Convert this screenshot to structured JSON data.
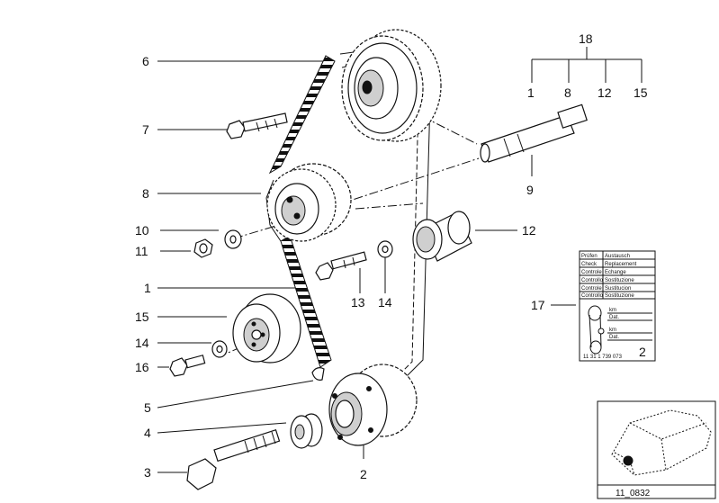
{
  "callouts": {
    "c1": "1",
    "c2": "2",
    "c3": "3",
    "c4": "4",
    "c5": "5",
    "c6": "6",
    "c7": "7",
    "c8": "8",
    "c9": "9",
    "c10": "10",
    "c11": "11",
    "c12": "12",
    "c13": "13",
    "c14": "14",
    "c14b": "14",
    "c15": "15",
    "c16": "16",
    "c17": "17",
    "c18": "18",
    "tree": [
      "1",
      "8",
      "12",
      "15"
    ]
  },
  "service_card": {
    "rows": [
      [
        "Prüfen",
        "Austausch"
      ],
      [
        "Check",
        "Replacement"
      ],
      [
        "Controle",
        "Echange"
      ],
      [
        "Controllo",
        "Sostituzione"
      ],
      [
        "Controle",
        "Sustitucion"
      ],
      [
        "Controllo",
        "Sostituzione"
      ]
    ],
    "mini_labels": [
      "km",
      "Dat.",
      "km",
      "Dat."
    ],
    "part_number": "11 31 1 739 073",
    "count": "2"
  },
  "thumbnail": {
    "caption": "11_0832"
  }
}
